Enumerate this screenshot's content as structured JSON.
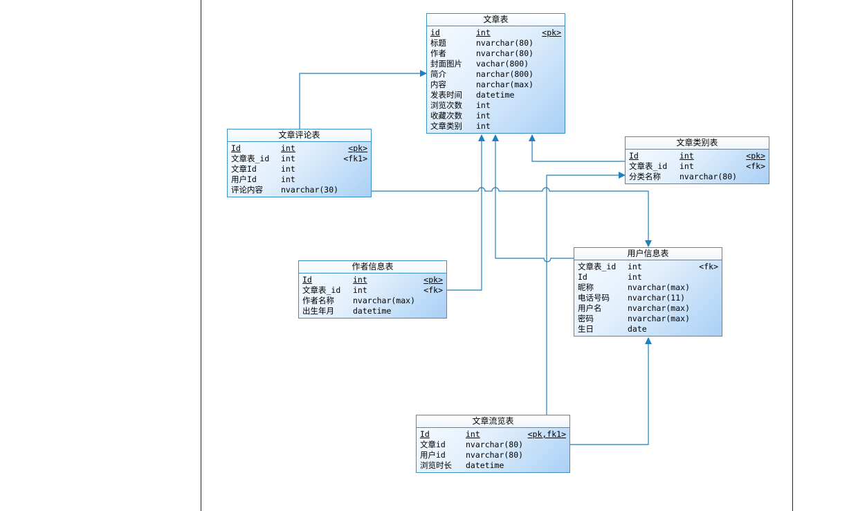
{
  "colors": {
    "border": "#3a8fc7",
    "connector": "#1f7fbf",
    "page_line": "#222222"
  },
  "entities": {
    "article": {
      "title": "文章表",
      "columns": [
        {
          "name": "id",
          "type": "int",
          "key": "<pk>"
        },
        {
          "name": "标题",
          "type": "nvarchar(80)",
          "key": ""
        },
        {
          "name": "作者",
          "type": "nvarchar(80)",
          "key": ""
        },
        {
          "name": "封面图片",
          "type": "vachar(800)",
          "key": ""
        },
        {
          "name": "简介",
          "type": "narchar(800)",
          "key": ""
        },
        {
          "name": "内容",
          "type": "narchar(max)",
          "key": ""
        },
        {
          "name": "发表时间",
          "type": "datetime",
          "key": ""
        },
        {
          "name": "浏览次数",
          "type": "int",
          "key": ""
        },
        {
          "name": "收藏次数",
          "type": "int",
          "key": ""
        },
        {
          "name": "文章类别",
          "type": "int",
          "key": ""
        }
      ]
    },
    "comment": {
      "title": "文章评论表",
      "columns": [
        {
          "name": "Id",
          "type": "int",
          "key": "<pk>"
        },
        {
          "name": "文章表_id",
          "type": "int",
          "key": "<fk1>"
        },
        {
          "name": "文章Id",
          "type": "int",
          "key": ""
        },
        {
          "name": "用户Id",
          "type": "int",
          "key": ""
        },
        {
          "name": "评论内容",
          "type": "nvarchar(30)",
          "key": ""
        }
      ]
    },
    "category": {
      "title": "文章类别表",
      "columns": [
        {
          "name": "Id",
          "type": "int",
          "key": "<pk>"
        },
        {
          "name": "文章表_id",
          "type": "int",
          "key": "<fk>"
        },
        {
          "name": "分类名称",
          "type": "nvarchar(80)",
          "key": ""
        }
      ]
    },
    "author": {
      "title": "作者信息表",
      "columns": [
        {
          "name": "Id",
          "type": "int",
          "key": "<pk>"
        },
        {
          "name": "文章表_id",
          "type": "int",
          "key": "<fk>"
        },
        {
          "name": "作者名称",
          "type": "nvarchar(max)",
          "key": ""
        },
        {
          "name": "出生年月",
          "type": "datetime",
          "key": ""
        }
      ]
    },
    "user": {
      "title": "用户信息表",
      "columns": [
        {
          "name": "文章表_id",
          "type": "int",
          "key": "<fk>"
        },
        {
          "name": "Id",
          "type": "int",
          "key": ""
        },
        {
          "name": "昵称",
          "type": "nvarchar(max)",
          "key": ""
        },
        {
          "name": "电话号码",
          "type": "nvarchar(11)",
          "key": ""
        },
        {
          "name": "用户名",
          "type": "nvarchar(max)",
          "key": ""
        },
        {
          "name": "密码",
          "type": "nvarchar(max)",
          "key": ""
        },
        {
          "name": "生日",
          "type": "date",
          "key": ""
        }
      ]
    },
    "browse": {
      "title": "文章流览表",
      "columns": [
        {
          "name": "Id",
          "type": "int",
          "key": "<pk,fk1>"
        },
        {
          "name": "文章id",
          "type": "nvarchar(80)",
          "key": ""
        },
        {
          "name": "用户id",
          "type": "nvarchar(80)",
          "key": ""
        },
        {
          "name": "浏览时长",
          "type": "datetime",
          "key": ""
        }
      ]
    }
  }
}
